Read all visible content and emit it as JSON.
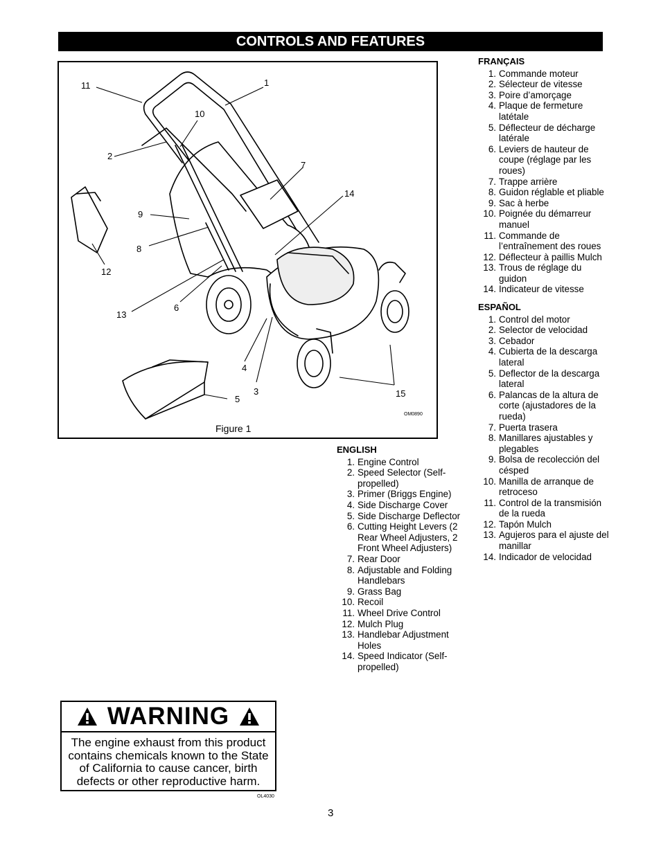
{
  "header": {
    "title": "CONTROLS AND FEATURES"
  },
  "figure": {
    "caption": "Figure 1",
    "code": "OM0890",
    "callouts": [
      "11",
      "1",
      "10",
      "2",
      "7",
      "14",
      "9",
      "8",
      "12",
      "13",
      "6",
      "4",
      "3",
      "5",
      "15"
    ]
  },
  "english": {
    "heading": "ENGLISH",
    "items": [
      {
        "num": "1.",
        "text": "Engine Control"
      },
      {
        "num": "2.",
        "text": "Speed Selector (Self-propelled)"
      },
      {
        "num": "3.",
        "text": "Primer (Briggs Engine)"
      },
      {
        "num": "4.",
        "text": "Side Discharge Cover"
      },
      {
        "num": "5.",
        "text": "Side Discharge Deflector"
      },
      {
        "num": "6.",
        "text": "Cutting Height Levers (2 Rear Wheel Adjusters, 2 Front Wheel Adjusters)"
      },
      {
        "num": "7.",
        "text": "Rear Door"
      },
      {
        "num": "8.",
        "text": "Adjustable and Folding Handlebars"
      },
      {
        "num": "9.",
        "text": "Grass Bag"
      },
      {
        "num": "10.",
        "text": "Recoil"
      },
      {
        "num": "11.",
        "text": "Wheel Drive Control"
      },
      {
        "num": "12.",
        "text": "Mulch Plug"
      },
      {
        "num": "13.",
        "text": "Handlebar Adjustment Holes"
      },
      {
        "num": "14.",
        "text": "Speed Indicator (Self-propelled)"
      }
    ]
  },
  "francais": {
    "heading": "FRANÇAIS",
    "items": [
      {
        "num": "1.",
        "text": "Commande moteur"
      },
      {
        "num": "2.",
        "text": "Sélecteur de vitesse"
      },
      {
        "num": "3.",
        "text": "Poire d’amorçage"
      },
      {
        "num": "4.",
        "text": "Plaque de fermeture latétale"
      },
      {
        "num": "5.",
        "text": "Déflecteur de décharge latérale"
      },
      {
        "num": "6.",
        "text": "Leviers de hauteur de coupe (réglage par les roues)"
      },
      {
        "num": "7.",
        "text": "Trappe arrière"
      },
      {
        "num": "8.",
        "text": "Guidon réglable et pliable"
      },
      {
        "num": "9.",
        "text": "Sac à herbe"
      },
      {
        "num": "10.",
        "text": "Poignée du démarreur manuel"
      },
      {
        "num": "11.",
        "text": "Commande de l’entraînement des roues"
      },
      {
        "num": "12.",
        "text": "Déflecteur à paillis Mulch"
      },
      {
        "num": "13.",
        "text": "Trous de réglage du guidon"
      },
      {
        "num": "14.",
        "text": "Indicateur de vitesse"
      }
    ]
  },
  "espanol": {
    "heading": "ESPAÑOL",
    "items": [
      {
        "num": "1.",
        "text": "Control del motor"
      },
      {
        "num": "2.",
        "text": "Selector de velocidad"
      },
      {
        "num": "3.",
        "text": "Cebador"
      },
      {
        "num": "4.",
        "text": "Cubierta de la descarga lateral"
      },
      {
        "num": "5.",
        "text": "Deflector de la descarga lateral"
      },
      {
        "num": "6.",
        "text": "Palancas de la altura de corte (ajustadores de la rueda)"
      },
      {
        "num": "7.",
        "text": "Puerta trasera"
      },
      {
        "num": "8.",
        "text": "Manillares ajustables y plegables"
      },
      {
        "num": "9.",
        "text": "Bolsa de recolección del césped"
      },
      {
        "num": "10.",
        "text": "Manilla de arranque de retroceso"
      },
      {
        "num": "11.",
        "text": "Control de la transmisión de la rueda"
      },
      {
        "num": "12.",
        "text": "Tapón Mulch"
      },
      {
        "num": "13.",
        "text": "Agujeros para el ajuste del manillar"
      },
      {
        "num": "14.",
        "text": "Indicador de velocidad"
      }
    ]
  },
  "warning": {
    "title": "WARNING",
    "text": "The engine exhaust from this product contains chemicals known to the State of California to cause cancer, birth defects or other reproductive harm.",
    "code": "OL4030"
  },
  "page_number": "3"
}
